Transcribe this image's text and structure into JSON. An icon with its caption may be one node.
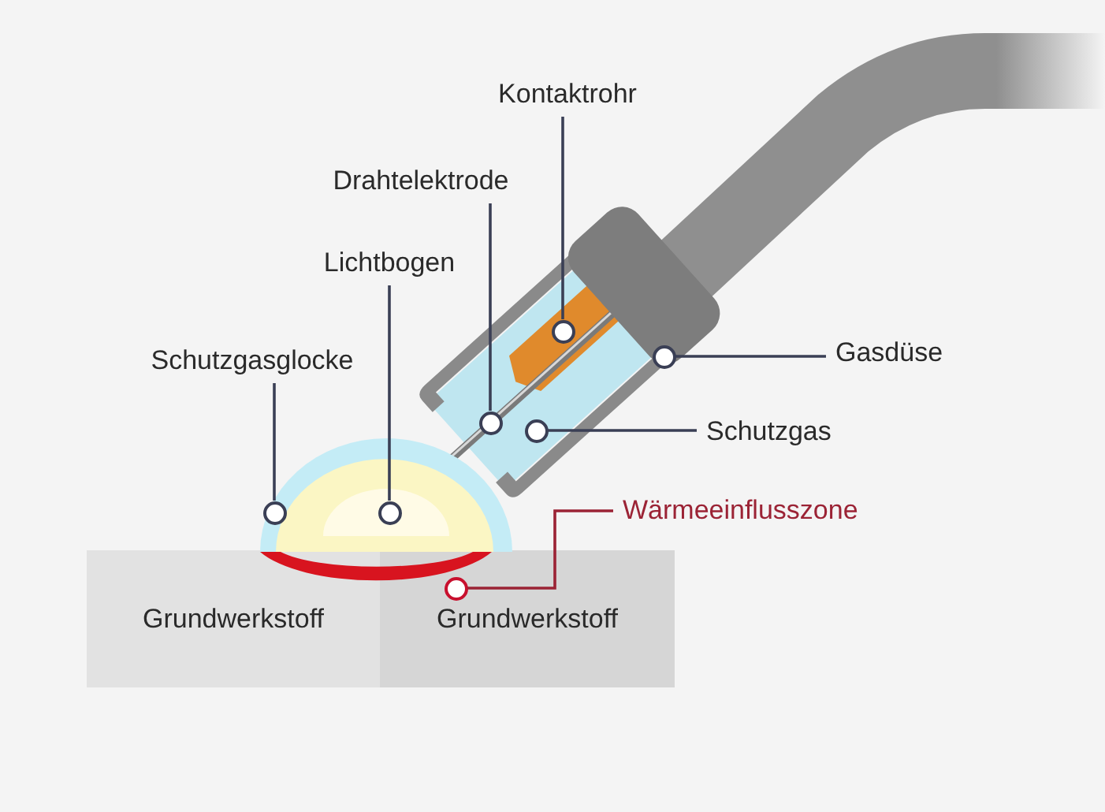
{
  "diagram": {
    "nodes": [
      {
        "text": [
          "Kontaktrohr"
        ]
      },
      {
        "text": [
          "Drahtelektrode"
        ]
      },
      {
        "text": [
          "Lichtbogen"
        ]
      },
      {
        "text": [
          "Schutzgasglocke"
        ]
      },
      {
        "text": [
          "Gasdüse"
        ]
      },
      {
        "text": [
          "Schutzgas"
        ]
      },
      {
        "text": [
          "Wärmeeinflusszone"
        ]
      },
      {
        "text": [
          "Grundwerkstoff"
        ]
      },
      {
        "text": [
          "Grundwerkstoff"
        ]
      },
      {
        "text": [],
        "shape": "circle"
      },
      {
        "text": [],
        "shape": "circle"
      },
      {
        "text": [],
        "shape": "circle"
      },
      {
        "text": [],
        "shape": "circle"
      },
      {
        "text": [],
        "shape": "circle"
      },
      {
        "text": [],
        "shape": "circle"
      },
      {
        "text": [],
        "shape": "circle",
        "in": 8
      }
    ],
    "edges": [
      {
        "from": 0,
        "to": 9,
        "arrow": "none"
      },
      {
        "from": 1,
        "to": 10,
        "arrow": "none"
      },
      {
        "from": 2,
        "to": 11,
        "arrow": "none"
      },
      {
        "from": 3,
        "to": 12,
        "arrow": "none"
      },
      {
        "from": 4,
        "to": 13,
        "arrow": "none"
      },
      {
        "from": 5,
        "to": 14,
        "arrow": "none"
      },
      {
        "from": 6,
        "to": 15,
        "arrow": "none",
        "color": "#9b2335"
      }
    ]
  }
}
